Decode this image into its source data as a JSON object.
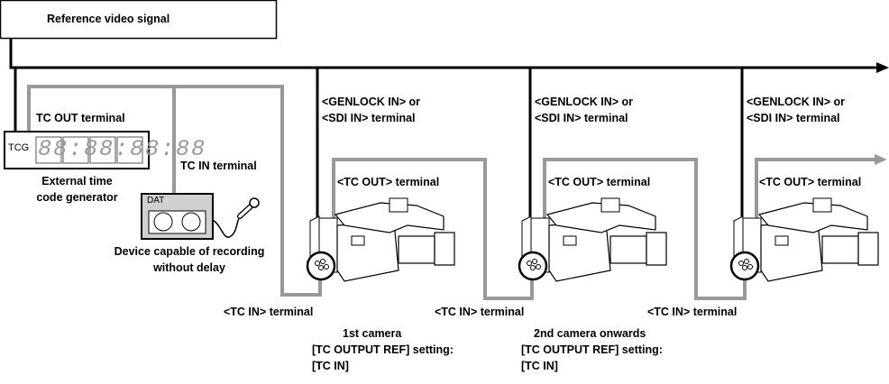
{
  "reference": {
    "label": "Reference video signal"
  },
  "generator": {
    "badge": "TCG",
    "digits": "88:88:88:88",
    "out_label": "TC OUT terminal",
    "caption_line1": "External time",
    "caption_line2": "code generator"
  },
  "recorder": {
    "badge": "DAT",
    "in_label": "TC IN terminal",
    "caption_line1": "Device capable of recording",
    "caption_line2": "without delay"
  },
  "cameras": [
    {
      "genlock_line1": "<GENLOCK IN> or",
      "genlock_line2": "<SDI IN> terminal",
      "tc_out": "<TC OUT> terminal",
      "tc_in": "<TC IN> terminal"
    },
    {
      "genlock_line1": "<GENLOCK IN> or",
      "genlock_line2": "<SDI IN> terminal",
      "tc_out": "<TC OUT> terminal",
      "tc_in": "<TC IN> terminal"
    },
    {
      "genlock_line1": "<GENLOCK IN> or",
      "genlock_line2": "<SDI IN> terminal",
      "tc_out": "<TC OUT> terminal",
      "tc_in": "<TC IN> terminal"
    }
  ],
  "notes": [
    {
      "line1": "1st camera",
      "line2": "[TC OUTPUT REF] setting:",
      "line3": "[TC IN]"
    },
    {
      "line1": "2nd camera onwards",
      "line2": "[TC OUTPUT REF] setting:",
      "line3": "[TC IN]"
    }
  ],
  "colors": {
    "reference_line": "#000000",
    "timecode_line": "#999999",
    "device_fill": "#d0d0d0"
  }
}
